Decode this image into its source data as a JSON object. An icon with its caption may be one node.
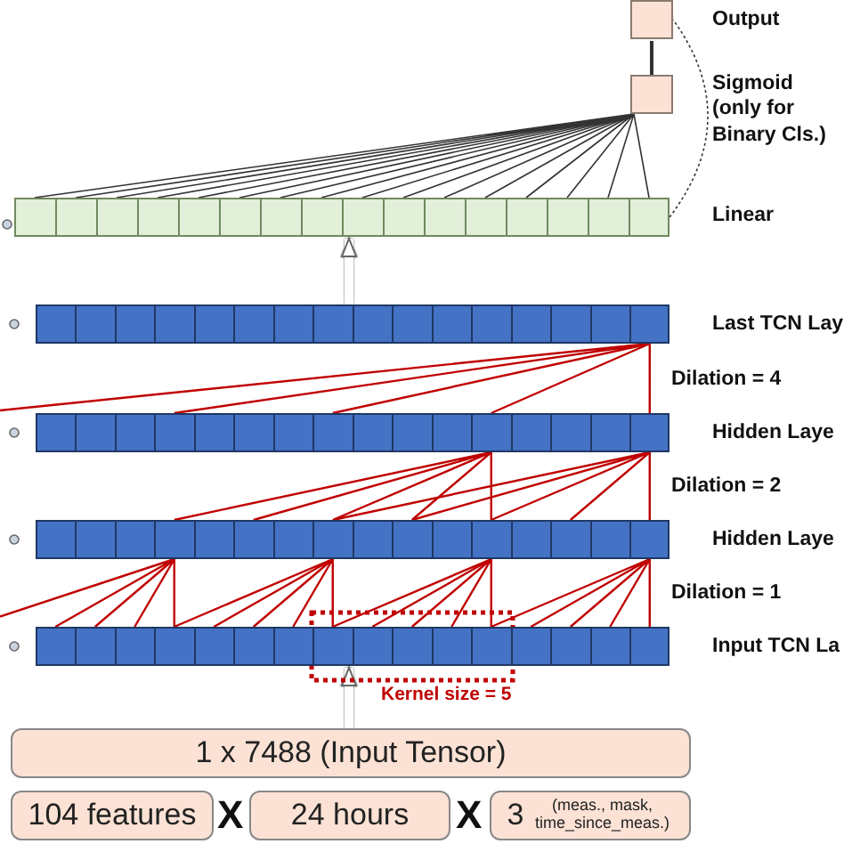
{
  "diagram": {
    "nodes": [
      {
        "text": [],
        "shape": "box",
        "beside": [
          "Output"
        ]
      },
      {
        "text": [],
        "shape": "box",
        "beside": [
          "Sigmoid (only for Binary Cls.)"
        ]
      },
      {
        "text": [],
        "shape": "bar",
        "beside": [
          "Linear"
        ]
      },
      {
        "text": [],
        "shape": "bar",
        "beside": [
          "Last TCN Lay"
        ]
      },
      {
        "text": [],
        "shape": "bar",
        "beside": [
          "Hidden Laye"
        ]
      },
      {
        "text": [],
        "shape": "bar",
        "beside": [
          "Hidden Laye"
        ]
      },
      {
        "text": [],
        "shape": "bar",
        "beside": [
          "Input TCN La"
        ]
      },
      {
        "text": [
          "1 x 7488 (Input Tensor)"
        ]
      },
      {
        "text": [
          "104 features"
        ]
      },
      {
        "text": [
          "24 hours"
        ]
      },
      {
        "text": [
          "3",
          "(meas., mask, time_since_meas.)"
        ]
      }
    ],
    "edges": [
      {
        "from": 1,
        "to": 0,
        "arrow": "none"
      },
      {
        "from": 2,
        "to": 1,
        "arrow": "none"
      },
      {
        "from": 2,
        "to": 0,
        "arrow": "none",
        "style": "dashed"
      },
      {
        "from": 3,
        "to": 2,
        "arrow": "to",
        "style": "thick",
        "color": "#ffffff"
      },
      {
        "from": 6,
        "to": 5,
        "arrow": "none",
        "color": "#c00000"
      },
      {
        "from": 5,
        "to": 4,
        "arrow": "none",
        "color": "#c00000"
      },
      {
        "from": 4,
        "to": 3,
        "arrow": "none",
        "color": "#c00000"
      },
      {
        "from": 7,
        "to": 6,
        "arrow": "to",
        "style": "thick",
        "color": "#ffffff"
      }
    ],
    "labels": [
      "Dilation = 4",
      "Dilation = 2",
      "Dilation = 1",
      "Kernel size = 5",
      "X",
      "X"
    ]
  }
}
